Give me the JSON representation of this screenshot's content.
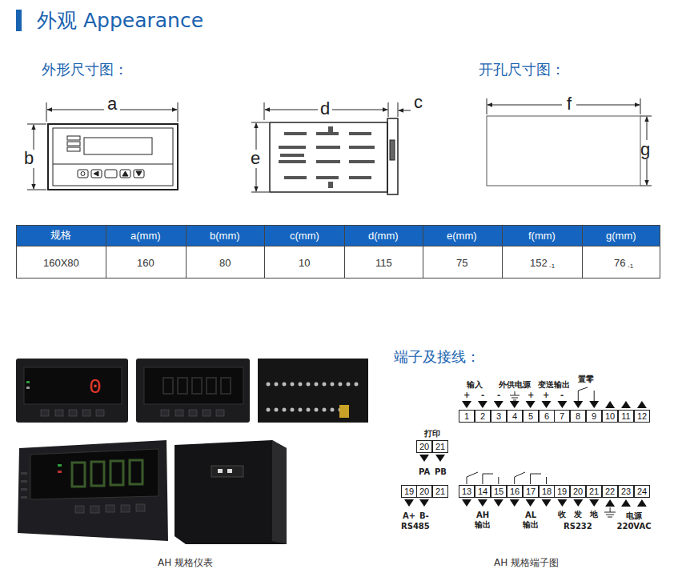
{
  "diagram": {
    "title": "外观 Appearance",
    "nodes": [
      {
        "text": [
          "1"
        ]
      },
      {
        "text": [
          "2"
        ]
      },
      {
        "text": [
          "3"
        ]
      },
      {
        "text": [
          "4"
        ]
      },
      {
        "text": [
          "5"
        ]
      },
      {
        "text": [
          "6"
        ]
      },
      {
        "text": [
          "7"
        ]
      },
      {
        "text": [
          "8"
        ]
      },
      {
        "text": [
          "9"
        ]
      },
      {
        "text": [
          "10"
        ]
      },
      {
        "text": [
          "11"
        ]
      },
      {
        "text": [
          "12"
        ]
      },
      {
        "text": [
          "20"
        ]
      },
      {
        "text": [
          "21"
        ]
      },
      {
        "text": [
          "19"
        ]
      },
      {
        "text": [
          "20"
        ]
      },
      {
        "text": [
          "21"
        ]
      },
      {
        "text": [
          "13"
        ]
      },
      {
        "text": [
          "14"
        ]
      },
      {
        "text": [
          "15"
        ]
      },
      {
        "text": [
          "16"
        ]
      },
      {
        "text": [
          "17"
        ]
      },
      {
        "text": [
          "18"
        ]
      },
      {
        "text": [
          "19"
        ]
      },
      {
        "text": [
          "20"
        ]
      },
      {
        "text": [
          "21"
        ]
      },
      {
        "text": [
          "22"
        ]
      },
      {
        "text": [
          "23"
        ]
      },
      {
        "text": [
          "24"
        ]
      }
    ],
    "labels": [
      "外形尺寸图：",
      "a",
      "b",
      "d",
      "c",
      "e",
      "开孔尺寸图：",
      "f",
      "g",
      "规格",
      "a(mm)",
      "b(mm)",
      "c(mm)",
      "d(mm)",
      "e(mm)",
      "f(mm)",
      "g(mm)",
      "160X80",
      "160",
      "80",
      "10",
      "115",
      "75",
      "152",
      "-1",
      "76",
      "-1",
      "0",
      "端子及接线：",
      "输入",
      "+",
      "-",
      "外供电源",
      "-",
      "+",
      "变送输出",
      "+",
      "-",
      "置零",
      "打印",
      "PA",
      "PB",
      "A+",
      "B-",
      "RS485",
      "AH 输出",
      "AL 输出",
      "收",
      "发",
      "地",
      "RS232",
      "电源 220VAC",
      "AH 规格仪表",
      "AH 规格端子图"
    ]
  }
}
